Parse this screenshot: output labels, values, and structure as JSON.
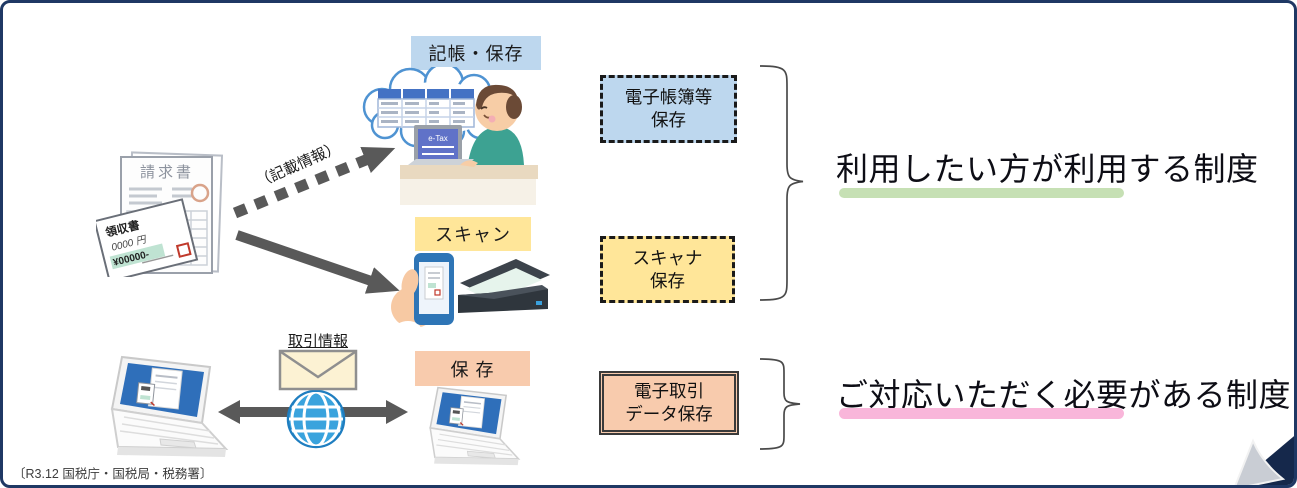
{
  "diagram": {
    "source_note": "〔R3.12 国税庁・国税局・税務署〕",
    "written_info_label": "（記載情報）",
    "transaction_info_label": "取引情報",
    "invoice": {
      "title": "請求書",
      "receipt_title": "領収書",
      "receipt_number_line": "0000 円",
      "receipt_amount": "¥00000-"
    },
    "etax_label": "e-Tax",
    "rows": [
      {
        "tag": "記帳・保存",
        "box_line1": "電子帳簿等",
        "box_line2": "保存"
      },
      {
        "tag": "スキャン",
        "box_line1": "スキャナ",
        "box_line2": "保存"
      },
      {
        "tag": "保 存",
        "box_line1": "電子取引",
        "box_line2": "データ保存"
      }
    ],
    "headlines": {
      "optional": "利用したい方が利用する制度",
      "required": "ご対応いただく必要がある制度"
    },
    "colors": {
      "frame": "#1f3864",
      "blue_fill": "#bdd7ee",
      "yellow_fill": "#ffe699",
      "peach_fill": "#f8cbad",
      "arrow_gray": "#595959",
      "green_underline": "#c6e0b4",
      "pink_underline": "#f9b6da"
    }
  }
}
